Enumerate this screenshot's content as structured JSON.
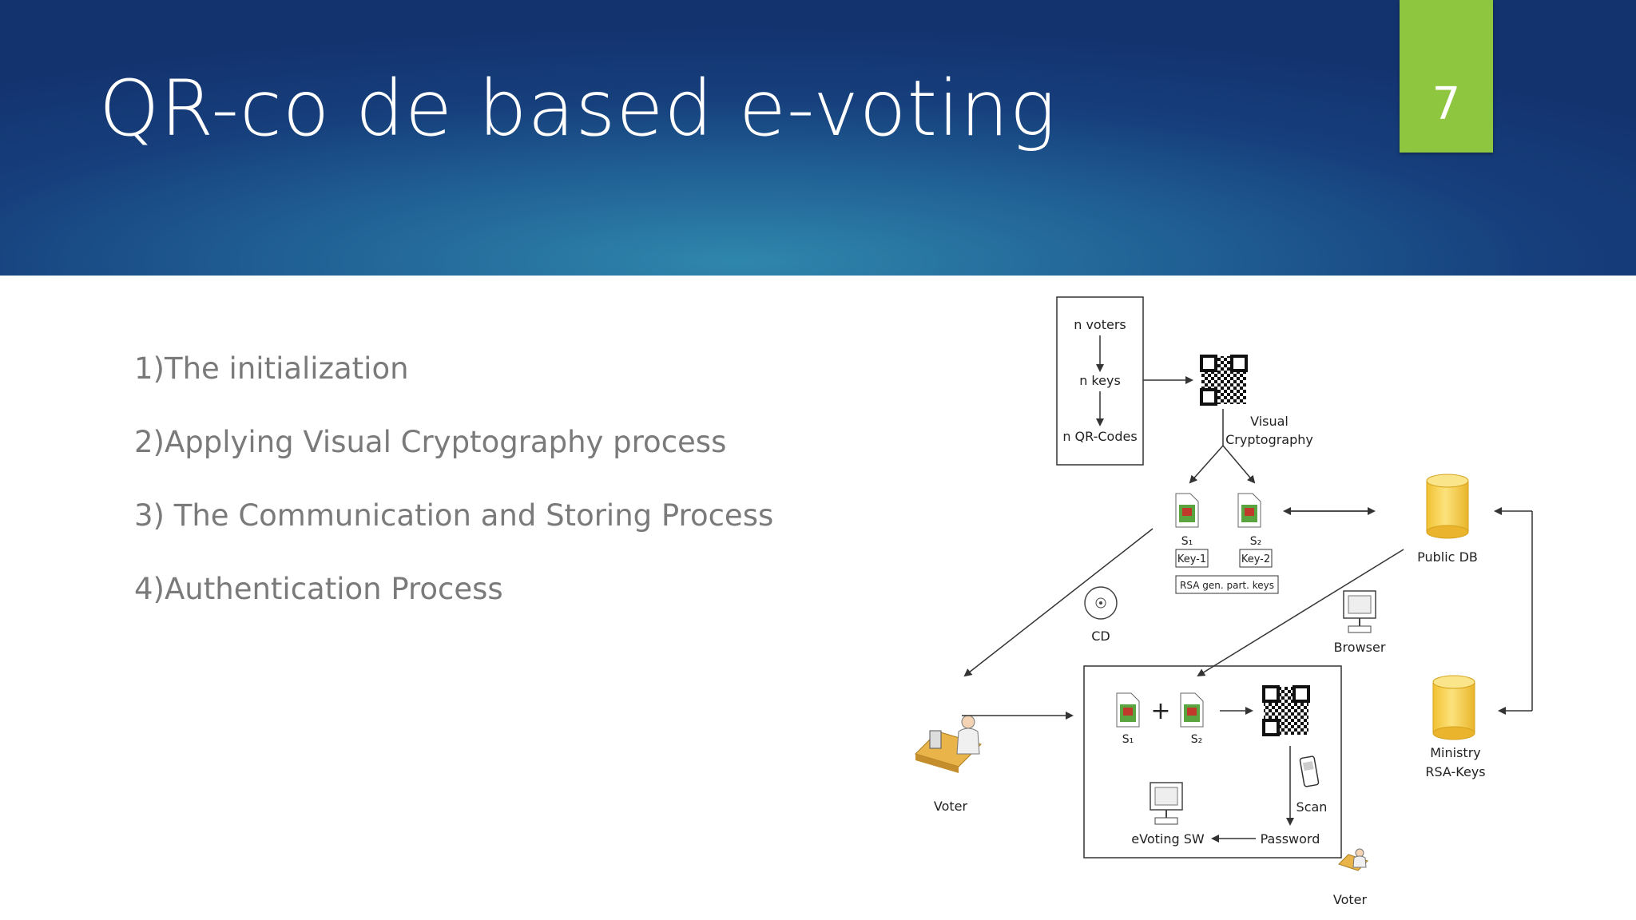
{
  "slide": {
    "title": "QR-co de based e-voting",
    "number": "7"
  },
  "bullets": [
    "1)The initialization",
    "2)Applying Visual Cryptography process",
    "3) The Communication and Storing Process",
    "4)Authentication Process"
  ],
  "diagram": {
    "n_voters": "n voters",
    "n_keys": "n keys",
    "n_qr_codes": "n QR-Codes",
    "visual": "Visual",
    "cryptography": "Cryptography",
    "s1": "S₁",
    "s2": "S₂",
    "key1": "Key-1",
    "key2": "Key-2",
    "rsa": "RSA gen. part. keys",
    "public_db": "Public DB",
    "cd": "CD",
    "browser": "Browser",
    "ministry": "Ministry",
    "rsa_keys": "RSA-Keys",
    "voter": "Voter",
    "plus": "+",
    "scan": "Scan",
    "password": "Password",
    "evoting_sw": "eVoting SW",
    "voter2": "Voter"
  },
  "colors": {
    "header_dark": "#13336f",
    "header_light": "#2f87ad",
    "accent": "#8fc63f",
    "bullet_text": "#7a7a7a",
    "db": "#f6d04d"
  }
}
